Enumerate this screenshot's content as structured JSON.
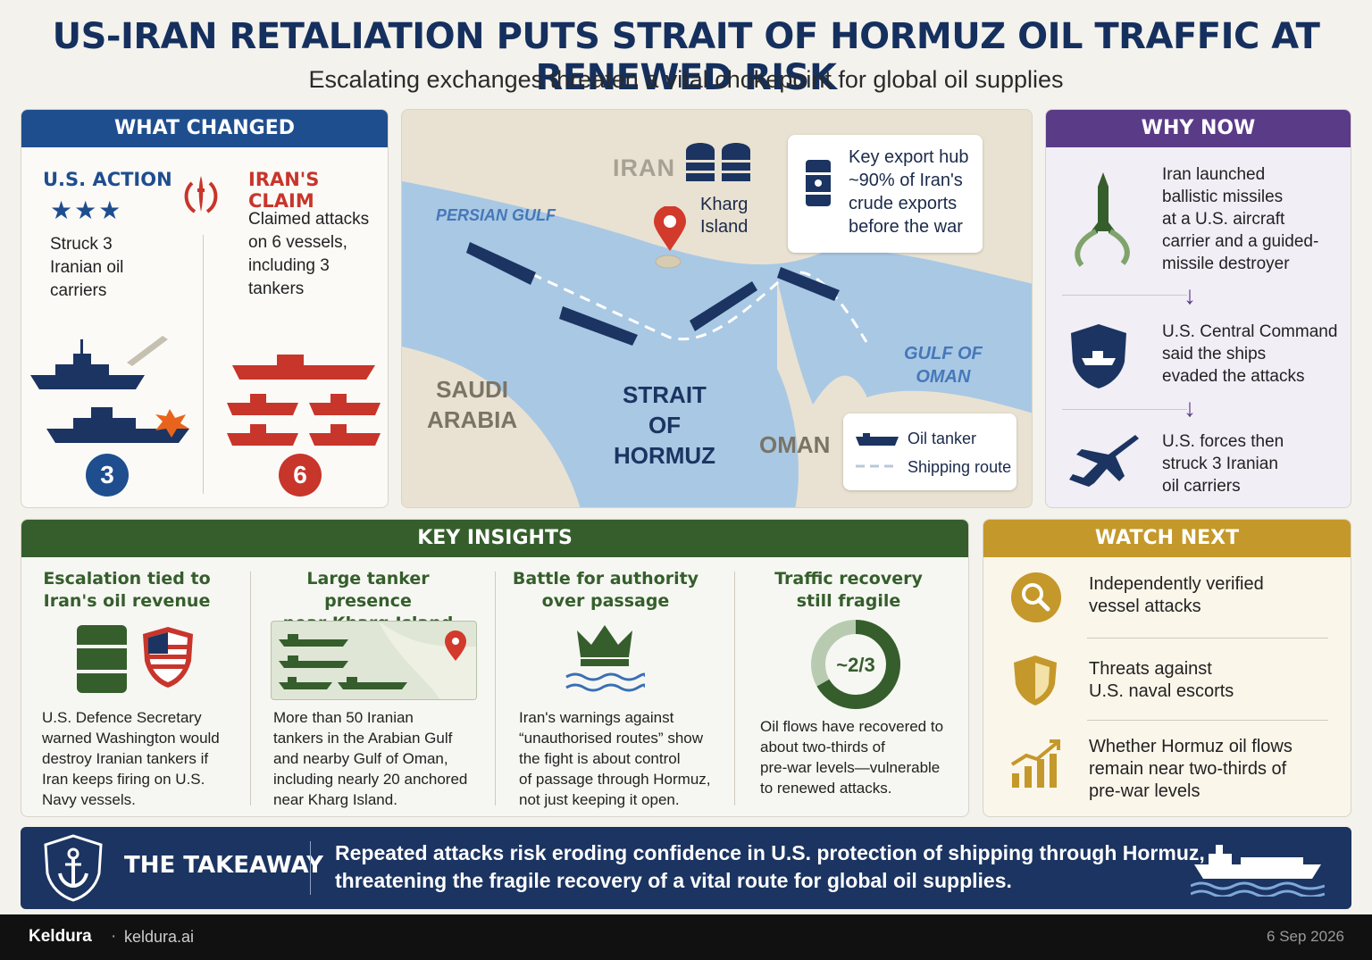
{
  "header": {
    "title": "US-IRAN RETALIATION PUTS STRAIT OF HORMUZ OIL TRAFFIC AT RENEWED RISK",
    "subtitle": "Escalating exchanges threaten a vital chokepoint for global oil supplies"
  },
  "what_changed": {
    "heading": "WHAT CHANGED",
    "us_label": "U.S. ACTION",
    "us_text": [
      "Struck 3",
      "Iranian oil",
      "carriers"
    ],
    "us_count": "3",
    "iran_label": "IRAN'S CLAIM",
    "iran_text": [
      "Claimed attacks",
      "on 6 vessels,",
      "including 3",
      "tankers"
    ],
    "iran_count": "6"
  },
  "map": {
    "iran": "IRAN",
    "persian_gulf": "PERSIAN GULF",
    "kharg": [
      "Kharg",
      "Island"
    ],
    "callout": [
      "Key export hub",
      "~90% of Iran's",
      "crude exports",
      "before the war"
    ],
    "saudi": [
      "SAUDI",
      "ARABIA"
    ],
    "strait": [
      "STRAIT OF",
      "HORMUZ"
    ],
    "oman": "OMAN",
    "gulf_of_oman": [
      "GULF OF",
      "OMAN"
    ],
    "legend_tanker": "Oil tanker",
    "legend_route": "Shipping route"
  },
  "why_now": {
    "heading": "WHY NOW",
    "items": [
      [
        "Iran launched",
        "ballistic missiles",
        "at a U.S. aircraft",
        "carrier and a guided-",
        "missile destroyer"
      ],
      [
        "U.S. Central Command",
        "said the ships",
        "evaded the attacks"
      ],
      [
        "U.S. forces then",
        "struck 3 Iranian",
        "oil carriers"
      ]
    ]
  },
  "key_insights": {
    "heading": "KEY INSIGHTS",
    "cols": [
      {
        "title": [
          "Escalation tied to",
          "Iran's oil revenue"
        ],
        "body": [
          "U.S. Defence Secretary",
          "warned Washington would",
          "destroy Iranian tankers if",
          "Iran keeps firing on U.S.",
          "Navy vessels."
        ]
      },
      {
        "title": [
          "Large tanker presence",
          "near Kharg Island"
        ],
        "body": [
          "More than 50 Iranian",
          "tankers in the Arabian Gulf",
          "and nearby Gulf of Oman,",
          "including nearly 20 anchored",
          "near Kharg Island."
        ]
      },
      {
        "title": [
          "Battle for authority",
          "over passage"
        ],
        "body": [
          "Iran's warnings against",
          "“unauthorised routes” show",
          "the fight is about control",
          "of passage through Hormuz,",
          "not just keeping it open."
        ]
      },
      {
        "title": [
          "Traffic recovery",
          "still fragile"
        ],
        "body": [
          "Oil flows have recovered to",
          "about two-thirds of",
          "pre-war levels—vulnerable",
          "to renewed attacks."
        ],
        "donut_label": "~2/3",
        "donut_fraction": 0.667
      }
    ]
  },
  "watch_next": {
    "heading": "WATCH NEXT",
    "items": [
      [
        "Independently verified",
        "vessel attacks"
      ],
      [
        "Threats against",
        "U.S. naval escorts"
      ],
      [
        "Whether Hormuz oil flows",
        "remain near two-thirds of",
        "pre-war levels"
      ]
    ]
  },
  "takeaway": {
    "label": "THE TAKEAWAY",
    "text": [
      "Repeated attacks risk eroding confidence in U.S. protection of shipping through Hormuz,",
      "threatening the fragile recovery of a vital route for global oil supplies."
    ]
  },
  "footer": {
    "brand": "Keldura",
    "sep": "·",
    "site": "keldura.ai",
    "date": "6 Sep 2026"
  },
  "colors": {
    "navy": "#1b3461",
    "red": "#c8352b",
    "green": "#355e2c",
    "gold": "#c4982a",
    "purple": "#5a3b88"
  }
}
